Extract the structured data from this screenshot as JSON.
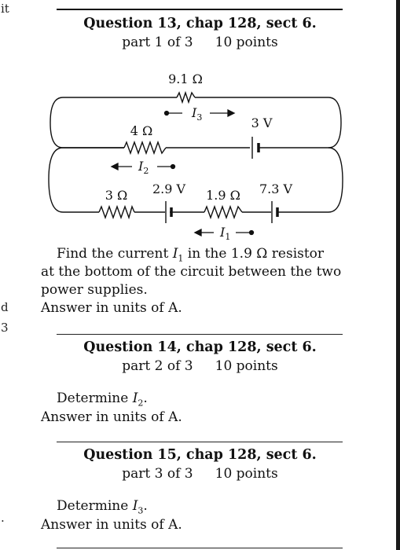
{
  "margin_fragments": [
    "it",
    "d",
    "3",
    "."
  ],
  "q13": {
    "title": "Question 13, chap 128, sect 6.",
    "part": "part 1 of 3",
    "points": "10 points",
    "prompt_line1_a": "Find the current ",
    "prompt_line1_var": "I",
    "prompt_line1_sub": "1",
    "prompt_line1_b": " in the 1.9 Ω resistor",
    "prompt_line2": "at the bottom of the circuit between the two",
    "prompt_line3": "power supplies.",
    "answer_units": "Answer in units of  A."
  },
  "circuit": {
    "r_top": "9.1 Ω",
    "r_mid": "4 Ω",
    "r_bot_left": "3 Ω",
    "r_bot_mid": "1.9 Ω",
    "emf_top": "3 V",
    "emf_bot_left": "2.9 V",
    "emf_bot_right": "7.3 V",
    "current_top": "I",
    "current_top_sub": "3",
    "current_mid": "I",
    "current_mid_sub": "2",
    "current_bot": "I",
    "current_bot_sub": "1"
  },
  "q14": {
    "title": "Question 14, chap 128, sect 6.",
    "part": "part 2 of 3",
    "points": "10 points",
    "prompt_a": "Determine ",
    "prompt_var": "I",
    "prompt_sub": "2",
    "prompt_end": ".",
    "answer_units": "Answer in units of  A."
  },
  "q15": {
    "title": "Question 15, chap 128, sect 6.",
    "part": "part 3 of 3",
    "points": "10 points",
    "prompt_a": "Determine ",
    "prompt_var": "I",
    "prompt_sub": "3",
    "prompt_end": ".",
    "answer_units": "Answer in units of  A."
  }
}
